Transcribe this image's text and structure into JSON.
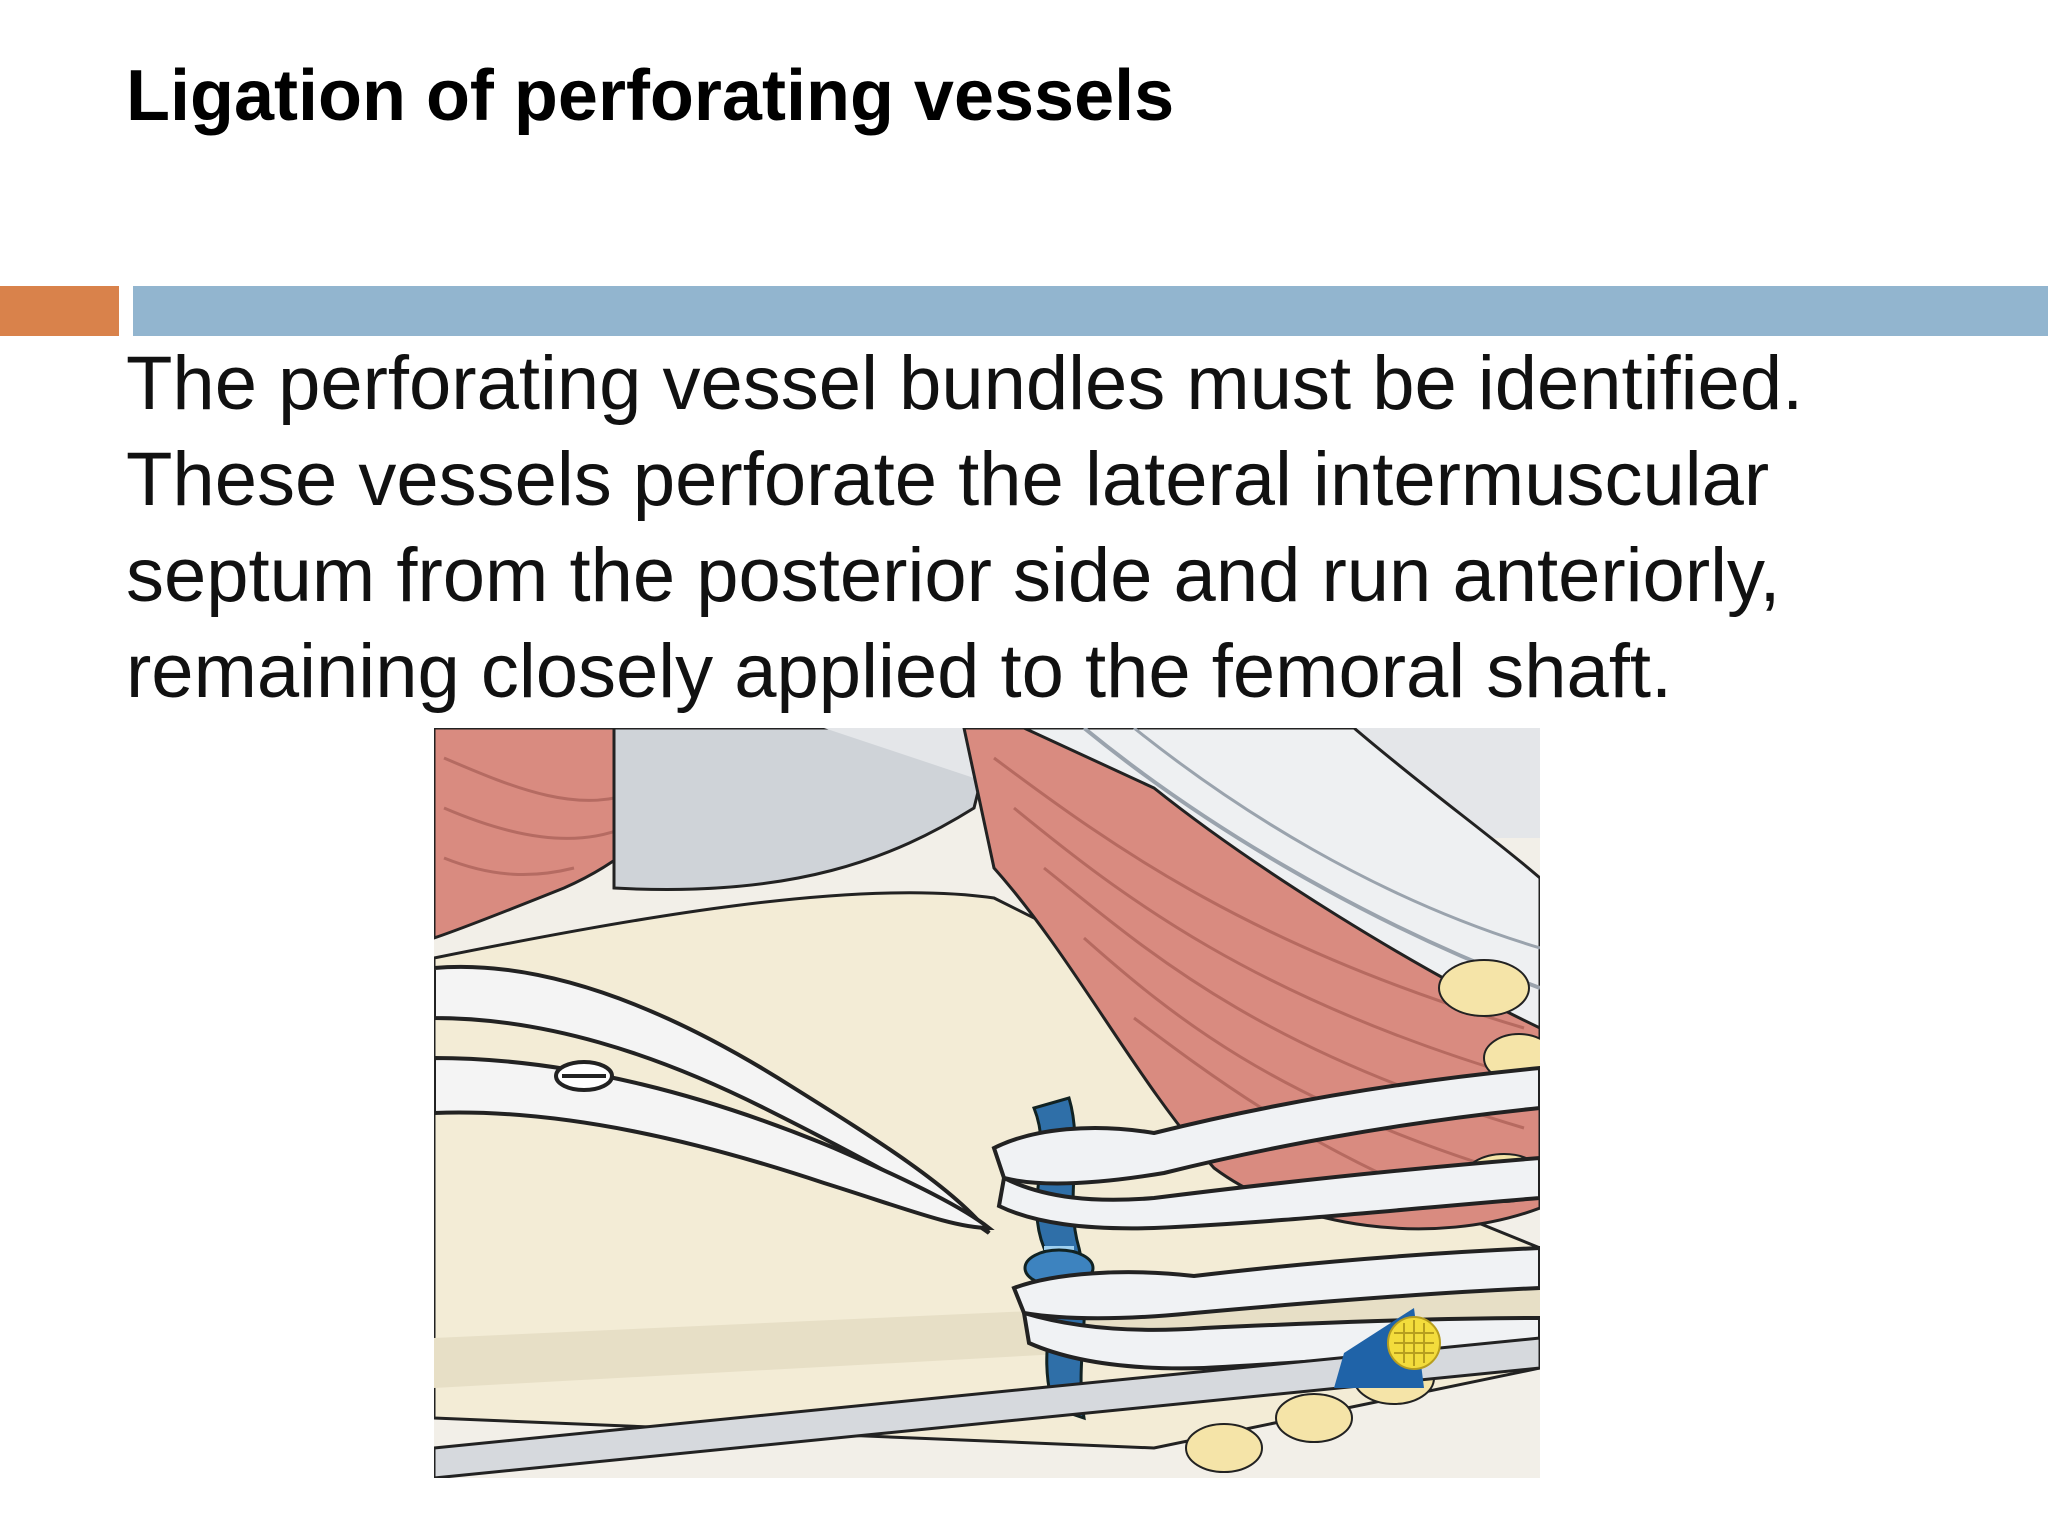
{
  "slide": {
    "title": "Ligation of perforating vessels",
    "body_lines": [
      "The perforating vessel bundles must be identified.",
      "These vessels perforate the lateral intermuscular",
      "septum from the posterior side and run anteriorly,",
      "remaining closely applied to the femoral shaft."
    ]
  },
  "colors": {
    "accent_orange": "#d9824b",
    "accent_blue": "#92b5cf",
    "muscle": "#d98b80",
    "bone": "#f3ecd8",
    "vessel": "#2f6fa8"
  },
  "figure": {
    "subject": "surgical illustration: curved scissors and two clamps ligating perforating vessels along the femoral shaft",
    "icons": [
      "scissors-icon",
      "clamp-icon",
      "vessel-icon",
      "logo-mark-icon"
    ]
  }
}
